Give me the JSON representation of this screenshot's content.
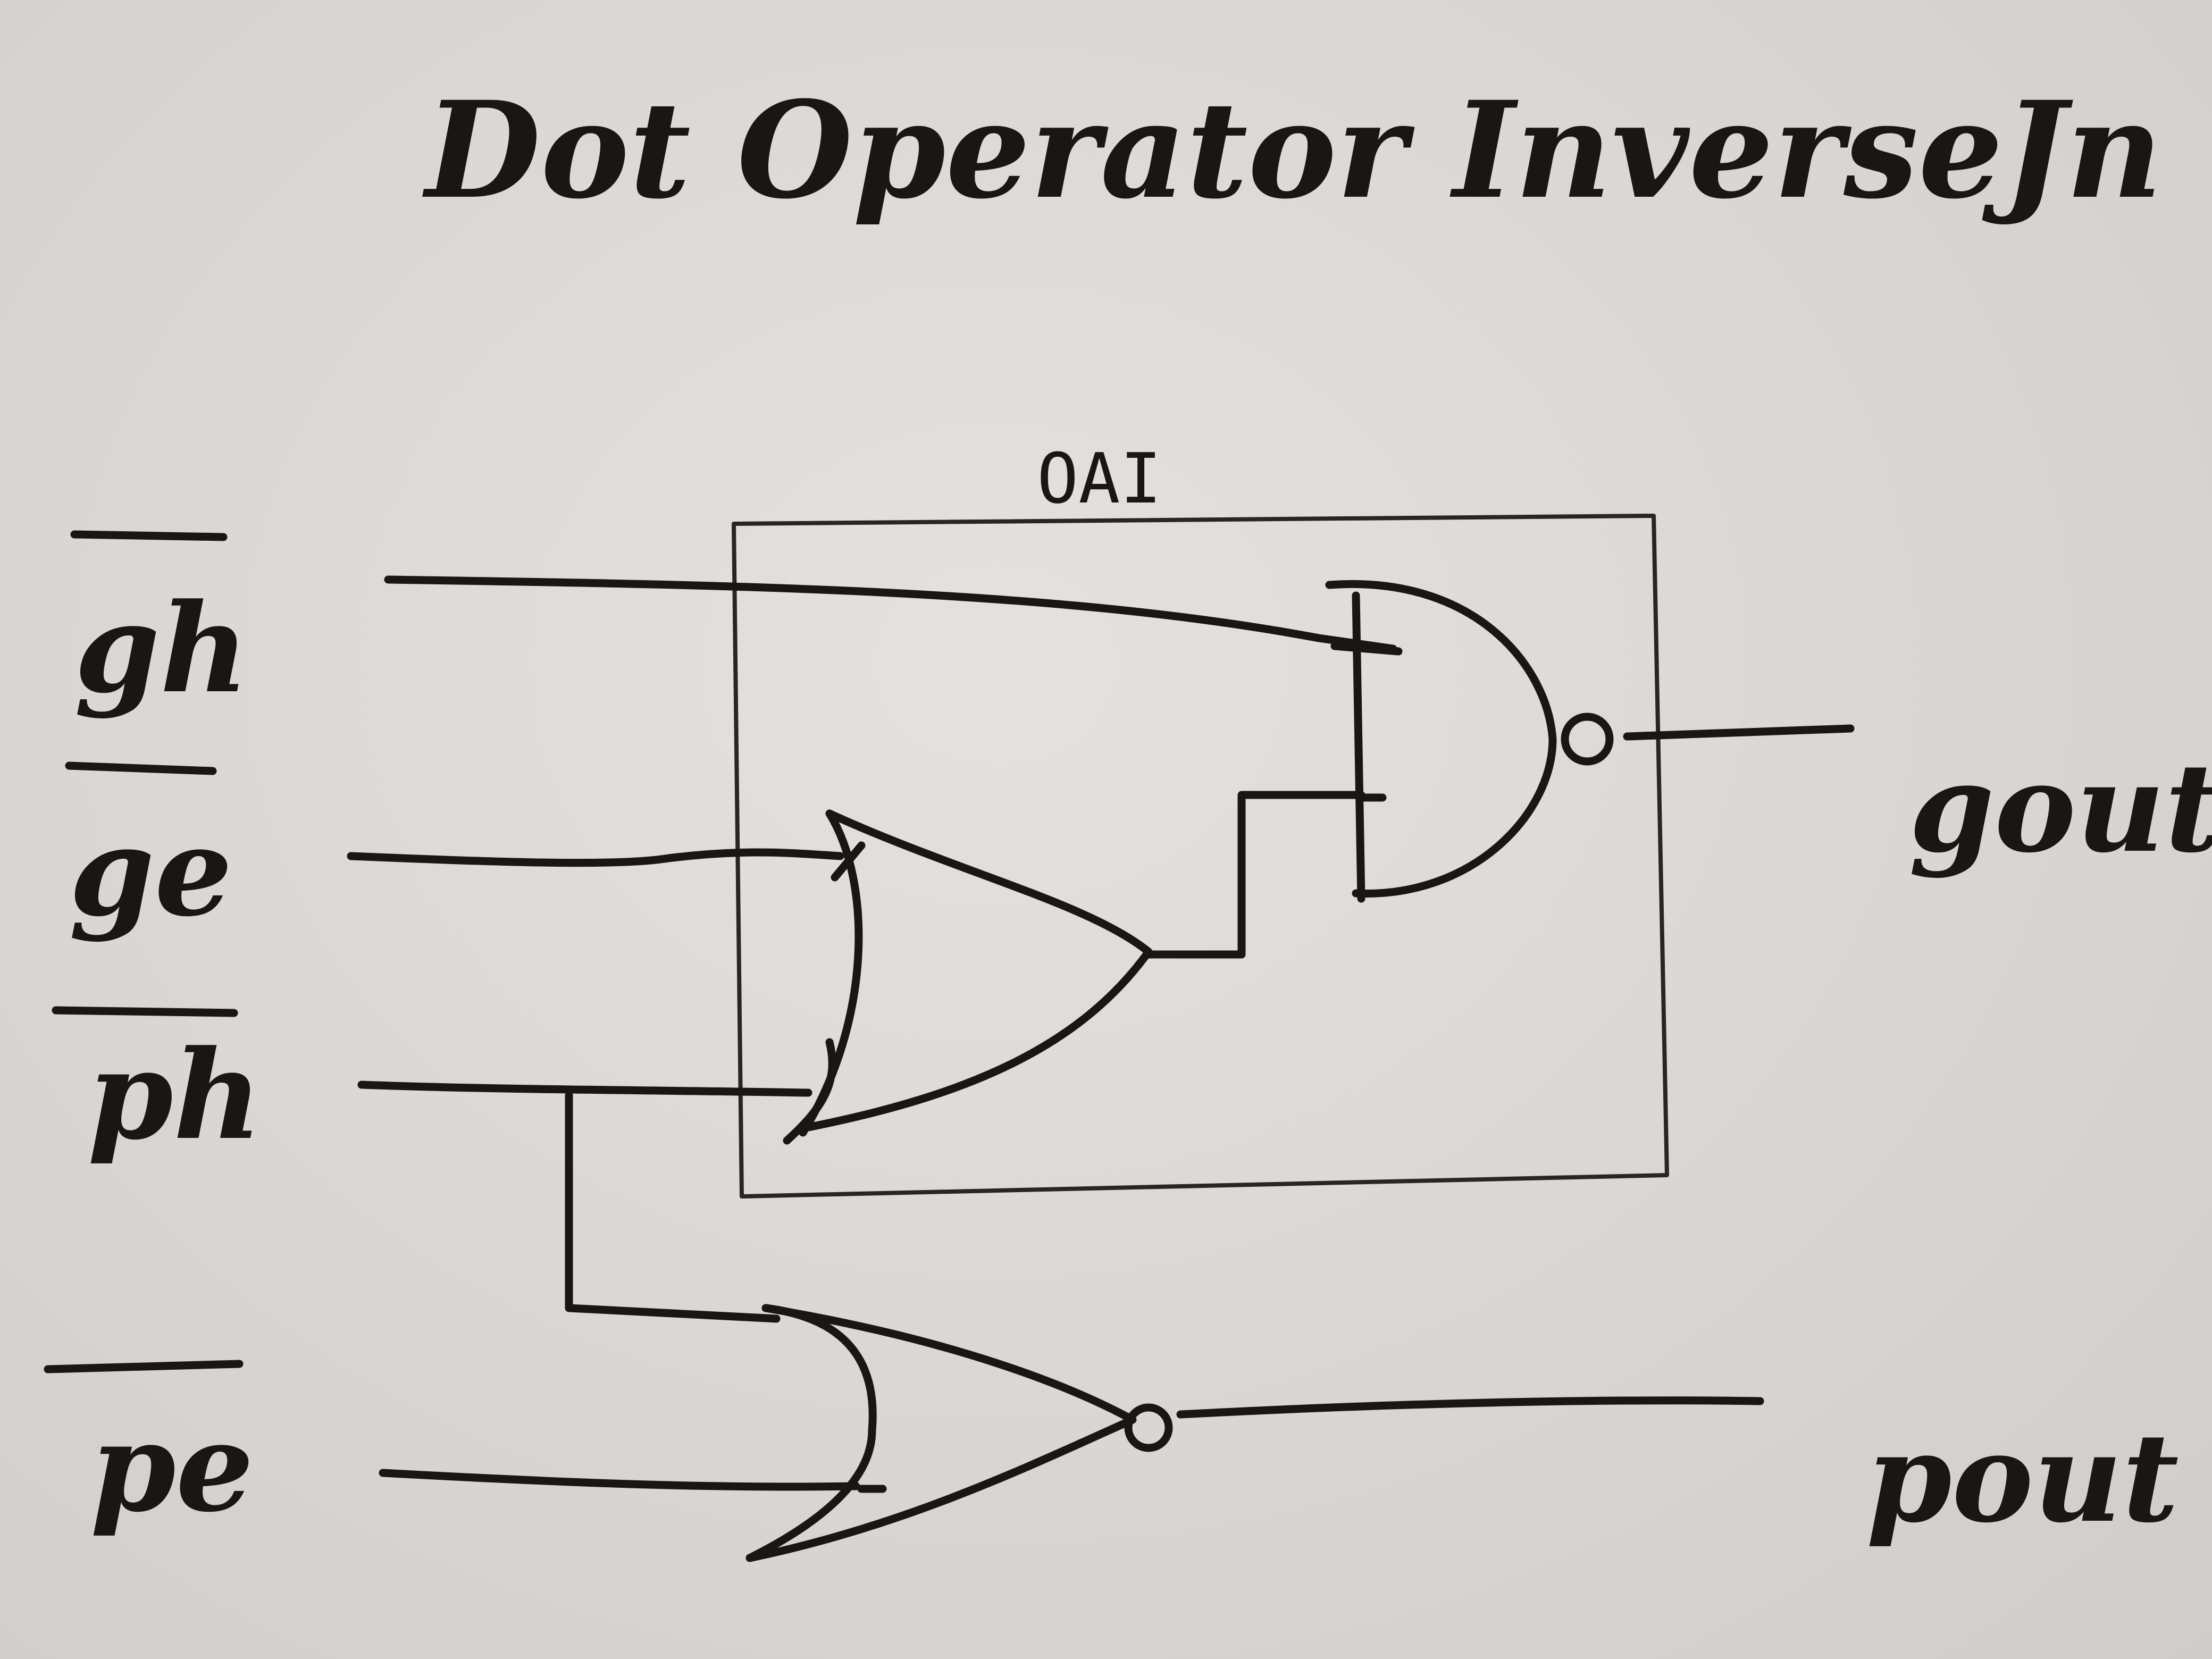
{
  "title": "Dot Operator InverseJn",
  "box_label": "OAI",
  "inputs": {
    "gh": "gh",
    "ge": "ge",
    "ph": "ph",
    "pe": "pe"
  },
  "outputs": {
    "gout": "gout",
    "pout": "pout"
  },
  "ink_color": "#1a1614",
  "paper_color": "#dcdad6"
}
